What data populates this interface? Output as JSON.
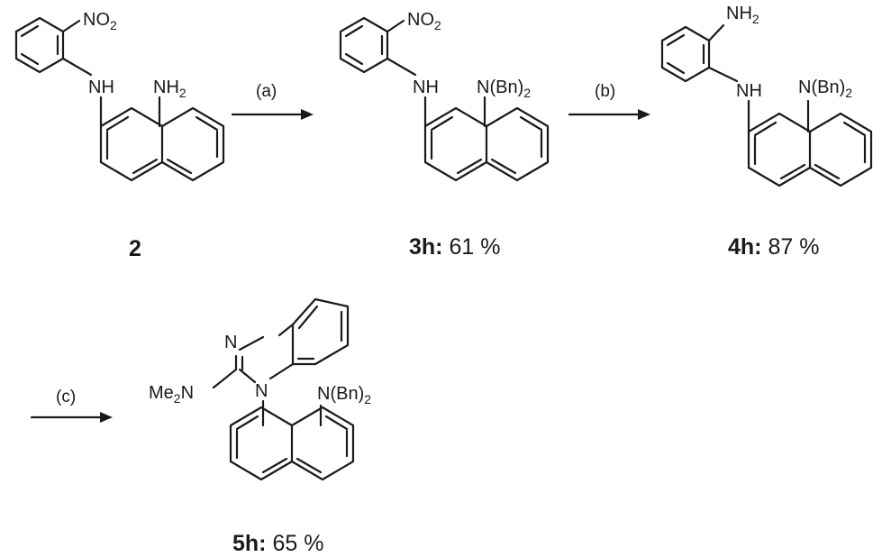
{
  "conditions": {
    "a": "(a)",
    "b": "(b)",
    "c": "(c)"
  },
  "compounds": {
    "c2": {
      "label": "2"
    },
    "c3h": {
      "label": "3h:",
      "yield": " 61 %"
    },
    "c4h": {
      "label": "4h:",
      "yield": " 87 %"
    },
    "c5h": {
      "label": "5h:",
      "yield": " 65 %"
    }
  },
  "atoms": {
    "NO2": {
      "main": "NO",
      "sub": "2"
    },
    "NH2": {
      "main": "NH",
      "sub": "2"
    },
    "NH": "NH",
    "NBn2": {
      "main": "N(Bn)",
      "sub": "2"
    },
    "Me2N": {
      "pre": "Me",
      "sub": "2",
      "post": "N"
    },
    "N": "N"
  }
}
